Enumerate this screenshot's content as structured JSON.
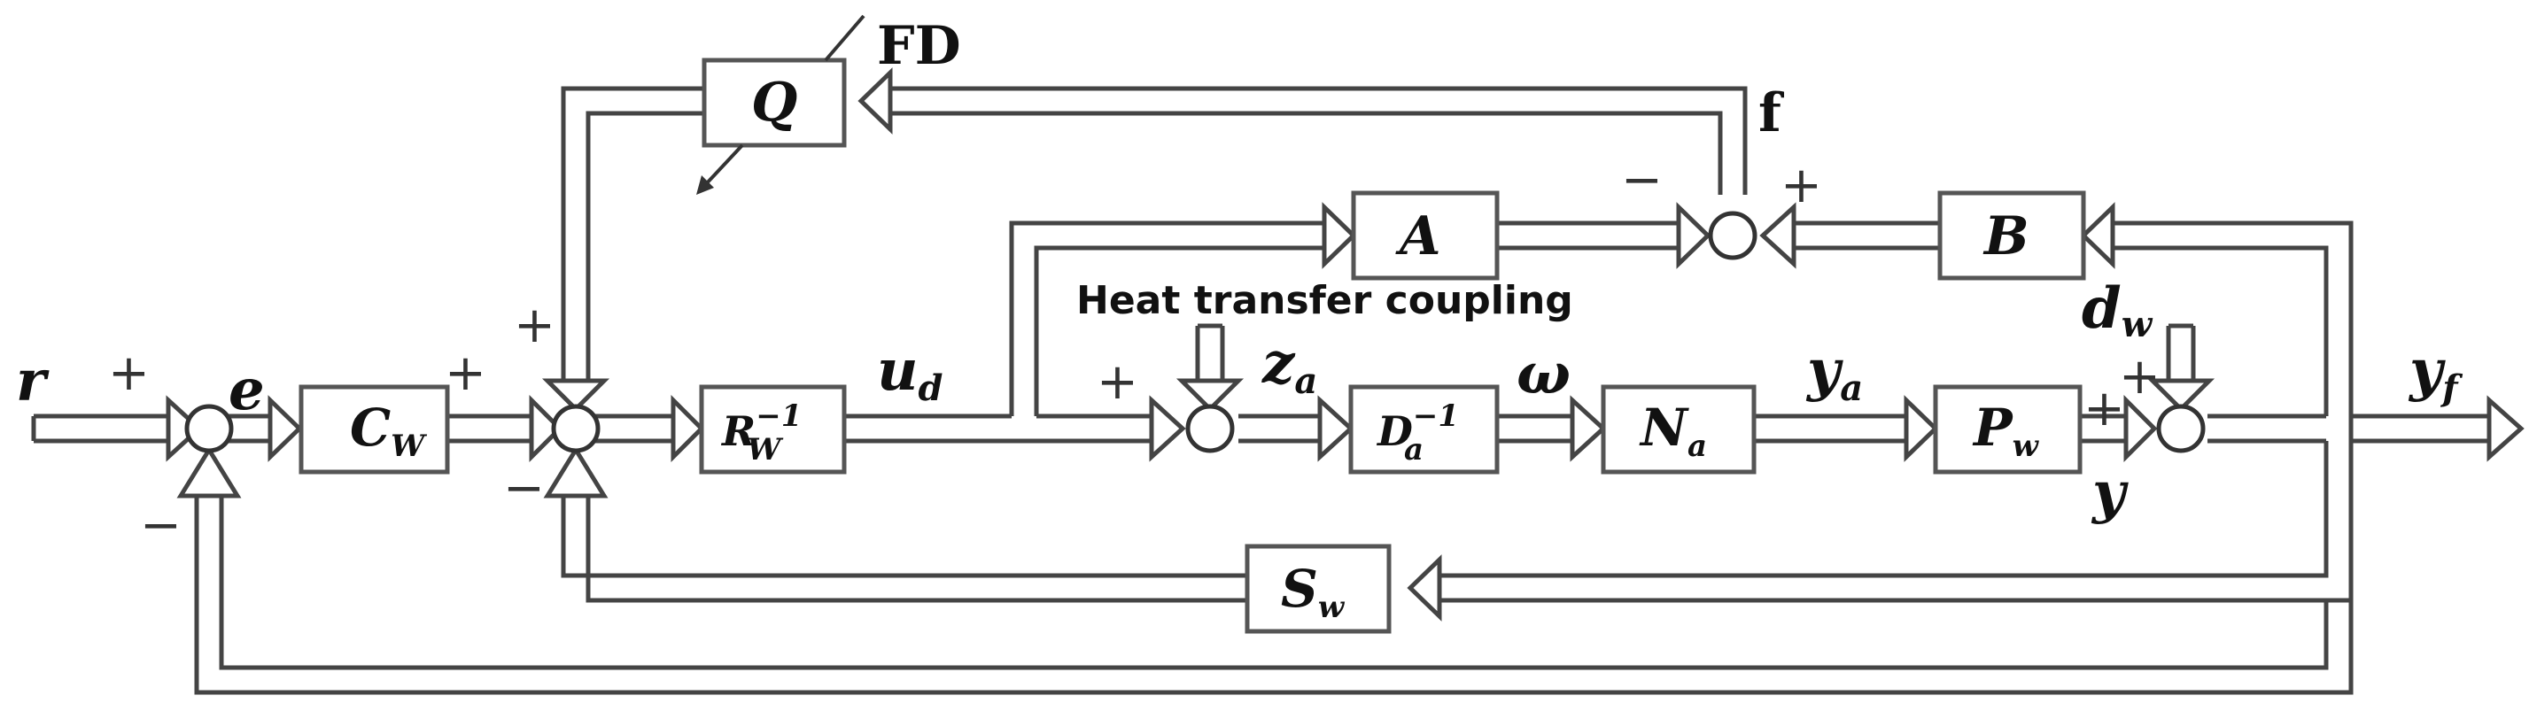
{
  "blocks": {
    "cw": {
      "main": "C",
      "sub": "W"
    },
    "rw": {
      "main": "R",
      "sup": "−1",
      "sub": "W"
    },
    "q": {
      "main": "Q"
    },
    "a": {
      "main": "A"
    },
    "da": {
      "main": "D",
      "sup": "−1",
      "sub": "a"
    },
    "na": {
      "main": "N",
      "sub": "a"
    },
    "pw": {
      "main": "P",
      "sub": "w"
    },
    "b": {
      "main": "B"
    },
    "sw": {
      "main": "S",
      "sub": "w"
    }
  },
  "signals": {
    "r": "r",
    "e": "e",
    "ud": {
      "main": "u",
      "sub": "d"
    },
    "za": {
      "main": "z",
      "sub": "a"
    },
    "omega": "ω",
    "ya": {
      "main": "y",
      "sub": "a"
    },
    "y": "y",
    "yf": {
      "main": "y",
      "sub": "f"
    },
    "dw": {
      "main": "d",
      "sub": "w"
    },
    "f": "f",
    "fd": "FD"
  },
  "labels": {
    "heat_transfer": "Heat transfer coupling"
  },
  "signs": {
    "plus": "+",
    "minus": "−"
  }
}
